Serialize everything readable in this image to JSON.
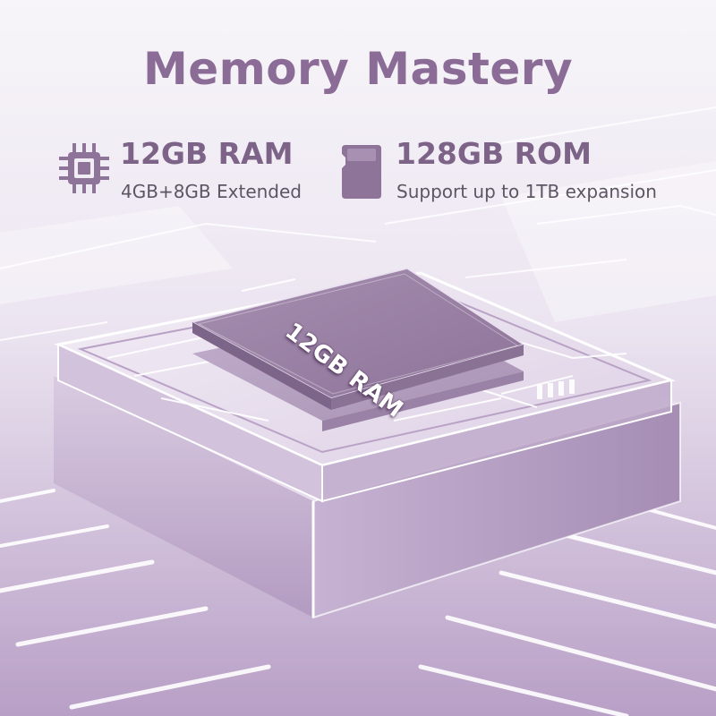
{
  "headline": "Memory Mastery",
  "specs": {
    "ram": {
      "title": "12GB RAM",
      "subtitle": "4GB+8GB Extended",
      "icon": "chip-icon"
    },
    "rom": {
      "title": "128GB ROM",
      "subtitle": "Support up to 1TB expansion",
      "icon": "sd-card-icon"
    }
  },
  "chip_label": "12GB RAM",
  "colors": {
    "headline": "#8a6c97",
    "spec_title": "#7c6387",
    "subtitle": "#5d5563",
    "icon": "#8e7499",
    "chip_top": "#9f87aa",
    "background": "#f3eff7"
  }
}
